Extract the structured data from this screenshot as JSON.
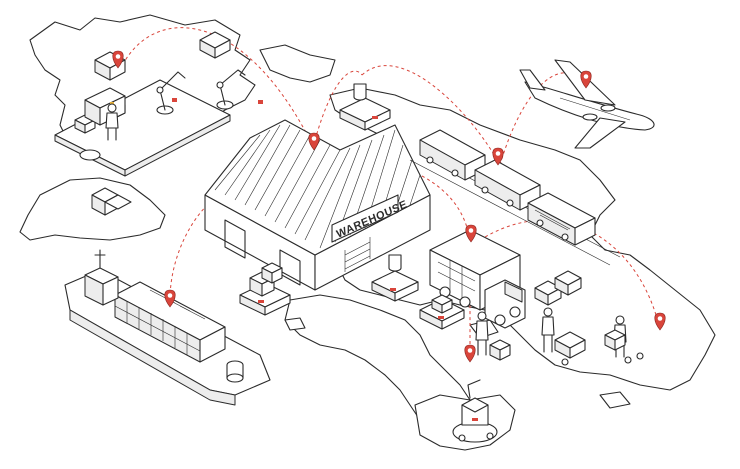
{
  "illustration": {
    "warehouse_sign": "WAREHOUSE"
  },
  "colors": {
    "accent": "#d9453b",
    "line": "#2b2b2b",
    "fill": "#ffffff",
    "shade": "#ededed"
  },
  "pins": [
    {
      "name": "pin-factory"
    },
    {
      "name": "pin-warehouse"
    },
    {
      "name": "pin-train"
    },
    {
      "name": "pin-airplane"
    },
    {
      "name": "pin-truck"
    },
    {
      "name": "pin-ship"
    },
    {
      "name": "pin-robot"
    },
    {
      "name": "pin-destination"
    }
  ]
}
